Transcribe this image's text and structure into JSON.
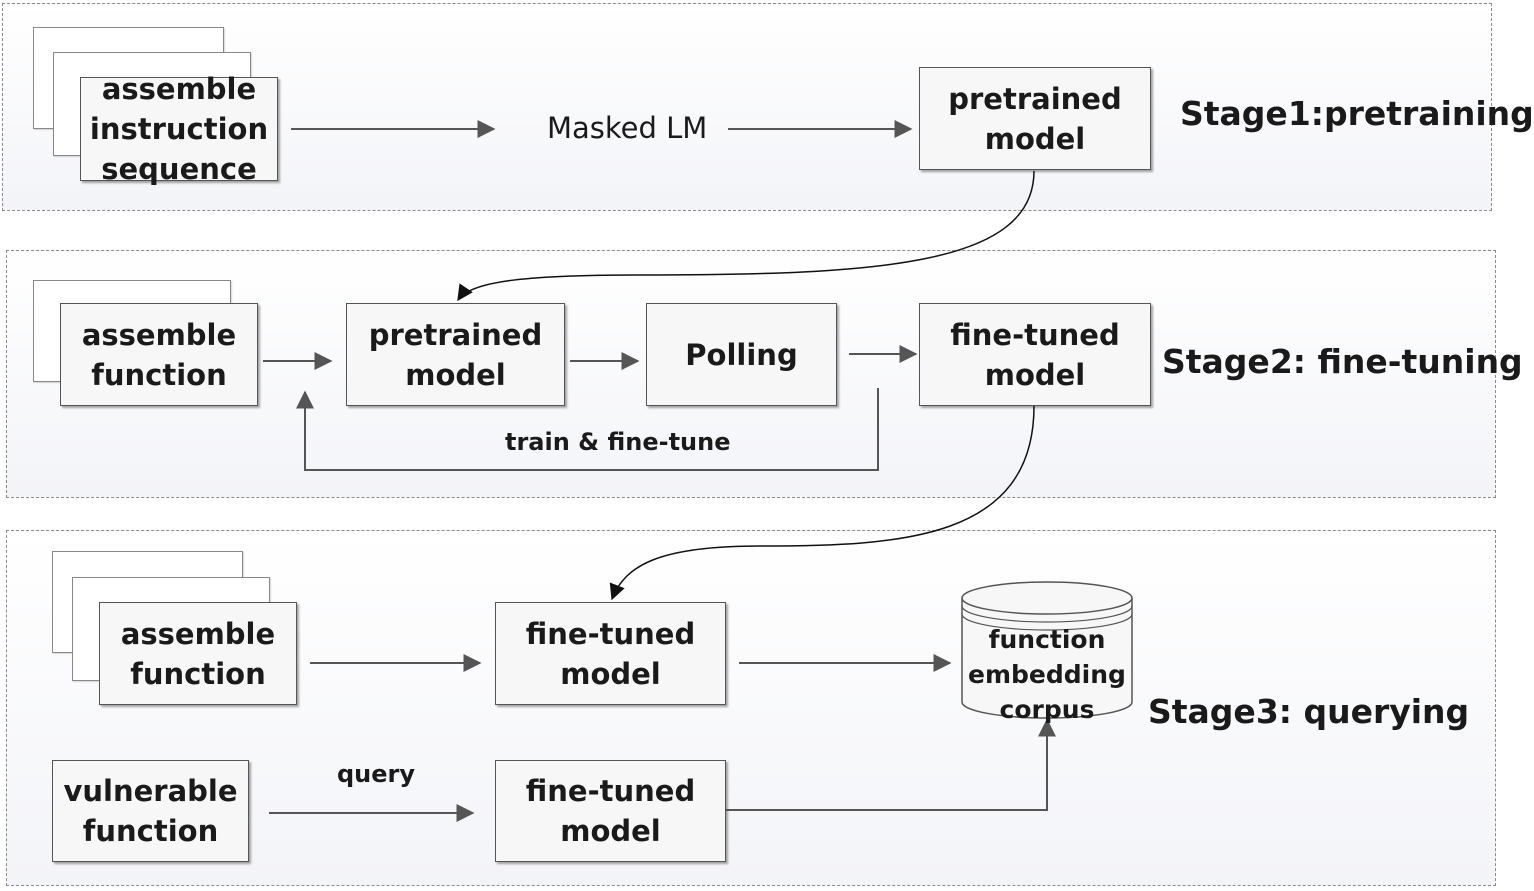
{
  "stage1": {
    "title": "Stage1:pretraining",
    "input": "assemble\ninstruction\nsequence",
    "method": "Masked LM",
    "output": "pretrained\nmodel"
  },
  "stage2": {
    "title": "Stage2: fine-tuning",
    "input": "assemble\nfunction",
    "model": "pretrained\nmodel",
    "pooling": "Polling",
    "output": "fine-tuned\nmodel",
    "loop_label": "train & fine-tune"
  },
  "stage3": {
    "title": "Stage3: querying",
    "input": "assemble\nfunction",
    "model_top": "fine-tuned\nmodel",
    "corpus": "function\nembedding\ncorpus",
    "query_input": "vulnerable\nfunction",
    "query_label": "query",
    "model_bottom": "fine-tuned\nmodel"
  }
}
